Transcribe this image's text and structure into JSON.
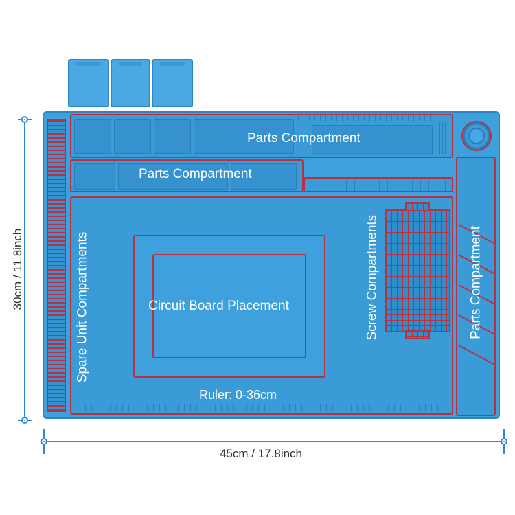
{
  "dimensions": {
    "height_label": "30cm / 11.8inch",
    "width_label": "45cm / 17.8inch",
    "line_color": "#2f86d6"
  },
  "mat": {
    "labels": {
      "parts_top": "Parts Compartment",
      "parts_middle": "Parts Compartment",
      "parts_right": "Parts Compartment",
      "spare_units": "Spare Unit Compartments",
      "circuit_board": "Circuit Board Placement",
      "screw": "Screw Compartments",
      "ruler": "Ruler: 0-36cm"
    },
    "colors": {
      "mat": "#3ea1dd",
      "outline": "#b9313e"
    }
  }
}
